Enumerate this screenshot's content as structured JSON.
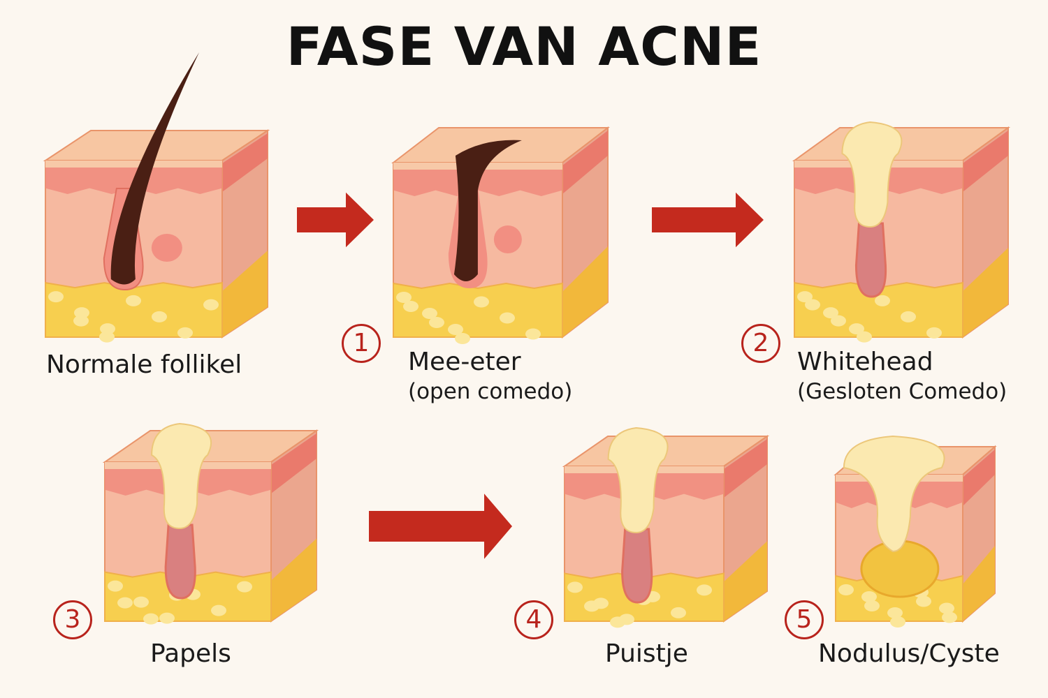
{
  "title": "FASE VAN ACNE",
  "stages": [
    {
      "label": "Normale follikel",
      "subtitle": "",
      "number": ""
    },
    {
      "label": "Mee-eter",
      "subtitle": "(open comedo)",
      "number": "1"
    },
    {
      "label": "Whitehead",
      "subtitle": "(Gesloten Comedo)",
      "number": "2"
    },
    {
      "label": "Papels",
      "subtitle": "",
      "number": "3"
    },
    {
      "label": "Puistje",
      "subtitle": "",
      "number": "4"
    },
    {
      "label": "Nodulus/Cyste",
      "subtitle": "",
      "number": "5"
    }
  ],
  "colors": {
    "arrow": "#c42a1e",
    "number": "#b8231c",
    "fat": "#f7cf4f",
    "dermis": "#f6b9a0",
    "epidermis": "#f08a7c",
    "pus": "#fbe9b0",
    "hair": "#4a1f14"
  }
}
